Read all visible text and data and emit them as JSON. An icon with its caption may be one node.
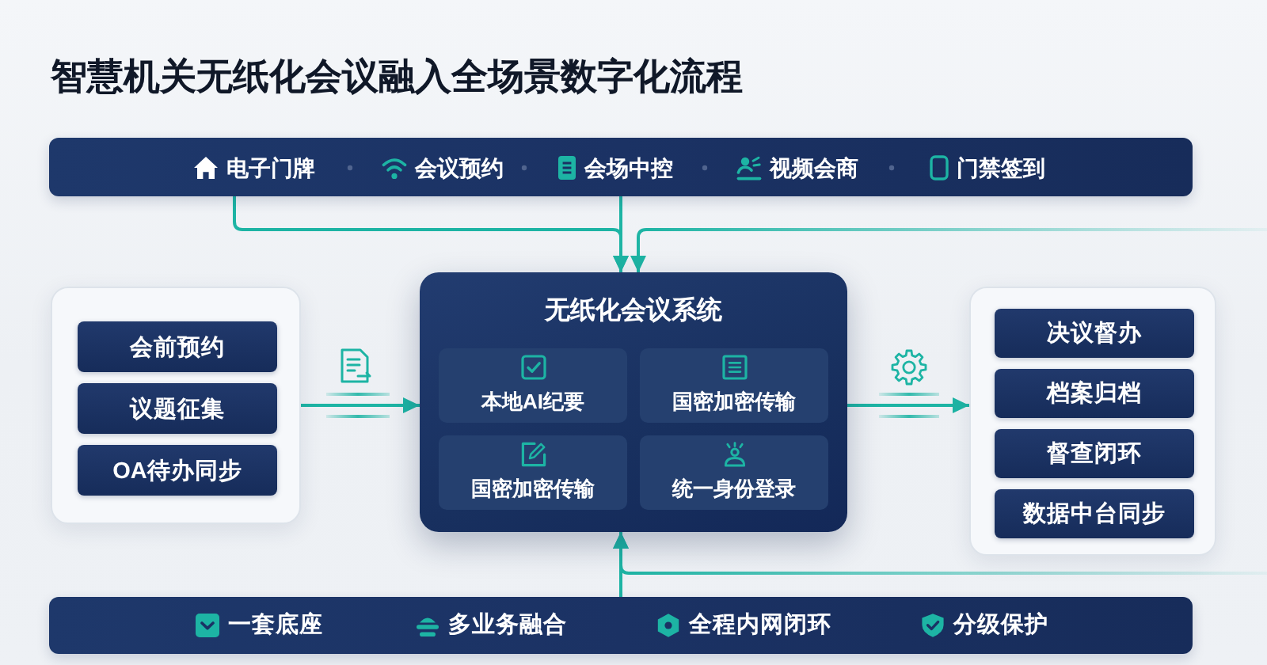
{
  "diagram": {
    "title": "智慧机关无纸化会议融入全场景数字化流程",
    "nodes": [
      {
        "text": [],
        "shape": "bar"
      },
      {
        "text": [
          "电子门牌"
        ],
        "in": 0
      },
      {
        "text": [
          "会议预约"
        ],
        "in": 0
      },
      {
        "text": [
          "会场中控"
        ],
        "in": 0
      },
      {
        "text": [
          "视频会商"
        ],
        "in": 0
      },
      {
        "text": [
          "门禁签到"
        ],
        "in": 0
      },
      {
        "text": [],
        "shape": "box"
      },
      {
        "text": [
          "会前预约"
        ],
        "in": 6
      },
      {
        "text": [
          "议题征集"
        ],
        "in": 6
      },
      {
        "text": [
          "OA待办同步"
        ],
        "in": 6
      },
      {
        "text": [
          "无纸化会议系统"
        ]
      },
      {
        "text": [
          "本地AI纪要"
        ],
        "in": 10
      },
      {
        "text": [
          "国密加密传输"
        ],
        "in": 10
      },
      {
        "text": [
          "国密加密传输"
        ],
        "in": 10
      },
      {
        "text": [
          "统一身份登录"
        ],
        "in": 10
      },
      {
        "text": [],
        "shape": "box"
      },
      {
        "text": [
          "决议督办"
        ],
        "in": 15
      },
      {
        "text": [
          "档案归档"
        ],
        "in": 15
      },
      {
        "text": [
          "督查闭环"
        ],
        "in": 15
      },
      {
        "text": [
          "数据中台同步"
        ],
        "in": 15
      },
      {
        "text": [],
        "shape": "bar"
      },
      {
        "text": [
          "一套底座"
        ],
        "in": 20
      },
      {
        "text": [
          "多业务融合"
        ],
        "in": 20
      },
      {
        "text": [
          "全程内网闭环"
        ],
        "in": 20
      },
      {
        "text": [
          "分级保护"
        ],
        "in": 20
      }
    ],
    "edges": [
      {
        "from": 1,
        "to": 10,
        "arrow": "to"
      },
      {
        "from": 3,
        "to": 10,
        "arrow": "to"
      },
      {
        "from": null,
        "to": 10,
        "arrow": "to"
      },
      {
        "from": 6,
        "to": 10,
        "arrow": "to"
      },
      {
        "from": 10,
        "to": 15,
        "arrow": "to"
      },
      {
        "from": 20,
        "to": 10,
        "arrow": "to"
      },
      {
        "from": null,
        "to": 10,
        "arrow": "to"
      }
    ]
  }
}
